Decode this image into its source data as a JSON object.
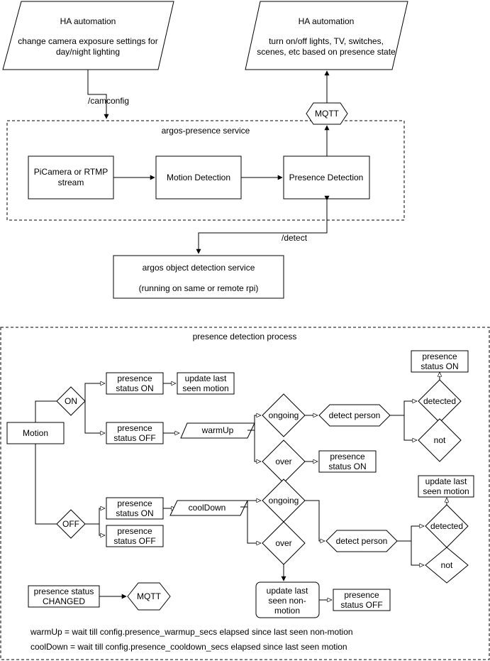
{
  "top": {
    "ha_cam": {
      "title": "HA automation",
      "line1": "change camera exposure settings for",
      "line2": "day/night lighting"
    },
    "ha_lights": {
      "title": "HA automation",
      "line1": "turn on/off lights, TV, switches,",
      "line2": "scenes, etc based on presence state"
    },
    "camconfig_label": "/camconfig",
    "mqtt_label": "MQTT",
    "service_label": "argos-presence service",
    "picamera_line1": "PiCamera or RTMP",
    "picamera_line2": "stream",
    "motion_detection": "Motion Detection",
    "presence_detection": "Presence Detection",
    "detect_label": "/detect",
    "object_service_line1": "argos object detection service",
    "object_service_line2": "(running on same or remote rpi)"
  },
  "process": {
    "title": "presence detection process",
    "motion": "Motion",
    "on": "ON",
    "off": "OFF",
    "pres_on_1": [
      "presence",
      "status ON"
    ],
    "update_last_1": [
      "update last",
      "seen motion"
    ],
    "pres_off_1": [
      "presence",
      "status OFF"
    ],
    "warmup": "warmUp",
    "ongoing": "ongoing",
    "over": "over",
    "detect_person": "detect person",
    "pres_on_2": [
      "presence",
      "status ON"
    ],
    "detected": "detected",
    "not": "not",
    "pres_on_top": [
      "presence",
      "status ON"
    ],
    "pres_on_3": [
      "presence",
      "status ON"
    ],
    "pres_off_3": [
      "presence",
      "status OFF"
    ],
    "cooldown": "coolDown",
    "update_last_nonmotion": [
      "update last",
      "seen non-",
      "motion"
    ],
    "pres_off_final": [
      "presence",
      "status OFF"
    ],
    "update_last_2": [
      "update last",
      "seen motion"
    ],
    "changed": [
      "presence status",
      "CHANGED"
    ],
    "mqtt": "MQTT",
    "note_warmup": "warmUp = wait till config.presence_warmup_secs elapsed since last seen non-motion",
    "note_cooldown": "coolDown = wait till config.presence_cooldown_secs elapsed since last seen motion"
  }
}
